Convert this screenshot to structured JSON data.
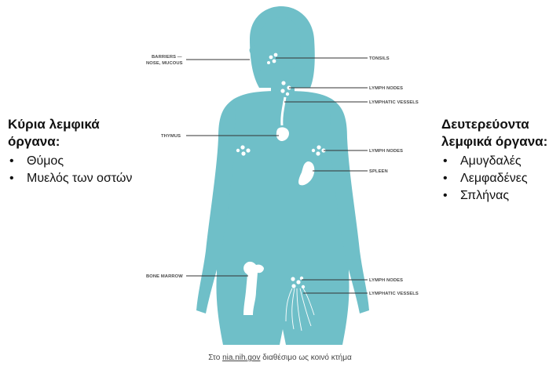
{
  "left_panel": {
    "heading_line1": "Κύρια λεμφικά",
    "heading_line2": "όργανα:",
    "items": [
      "Θύμος",
      "Μυελός των οστών"
    ]
  },
  "right_panel": {
    "heading_line1": "Δευτερεύοντα",
    "heading_line2": "λεμφικά όργανα:",
    "items": [
      "Αμυγδαλές",
      "Λεμφαδένες",
      "Σπλήνας"
    ]
  },
  "diagram": {
    "body_color": "#6fbfc8",
    "organ_color": "#ffffff",
    "labels": {
      "barriers_line1": "BARRIERS —",
      "barriers_line2": "NOSE, MUCOUS",
      "tonsils": "TONSILS",
      "lymph_nodes_neck": "LYMPH NODES",
      "lymphatic_vessels_upper": "LYMPHATIC VESSELS",
      "thymus": "THYMUS",
      "lymph_nodes_armpit": "LYMPH NODES",
      "spleen": "SPLEEN",
      "bone_marrow": "BONE MARROW",
      "lymph_nodes_groin": "LYMPH NODES",
      "lymphatic_vessels_lower": "LYMPHATIC VESSELS"
    }
  },
  "caption": {
    "prefix": "Στο",
    "link": "nia.nih.gov",
    "suffix": "διαθέσιμο ως κοινό κτήμα"
  }
}
